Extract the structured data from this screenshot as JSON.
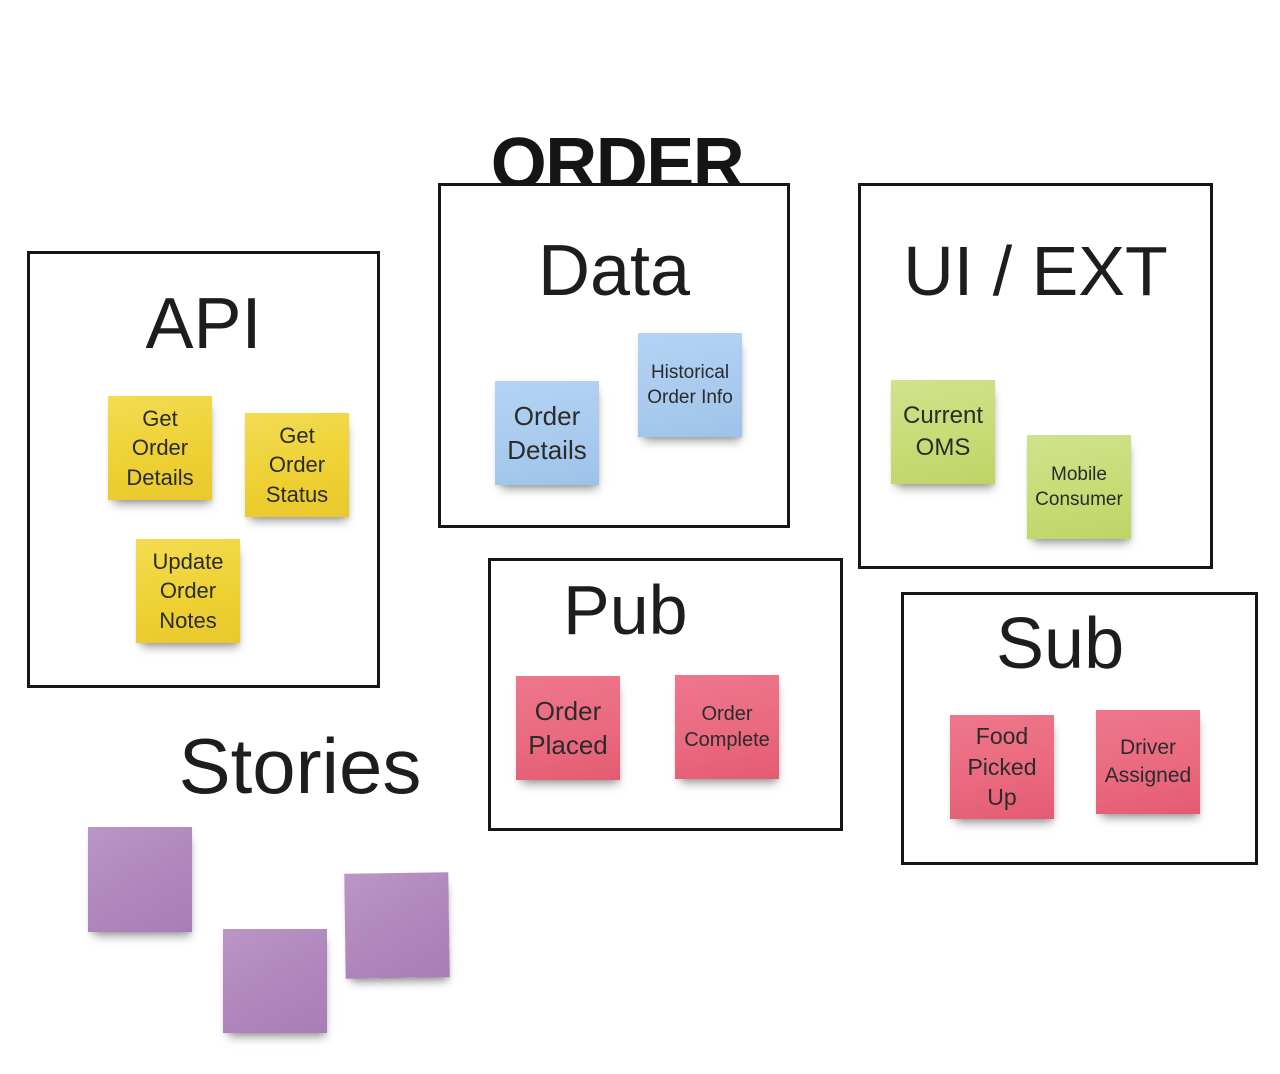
{
  "board": {
    "title": "ORDER"
  },
  "colors": {
    "background": "#ffffff",
    "frame_border": "#161616",
    "label_text": "#1d1d1d",
    "note_text": "#2b2b2b",
    "yellow_note": "#eed134",
    "blue_note": "#a8caee",
    "green_note": "#c7db74",
    "pink_note": "#ea6a7f",
    "purple_note": "#b189bd"
  },
  "sections": [
    {
      "id": "api",
      "label": "API",
      "notes": [
        {
          "text": "Get Order Details",
          "color": "yellow"
        },
        {
          "text": "Get Order Status",
          "color": "yellow"
        },
        {
          "text": "Update Order Notes",
          "color": "yellow"
        }
      ]
    },
    {
      "id": "data",
      "label": "Data",
      "notes": [
        {
          "text": "Order Details",
          "color": "blue"
        },
        {
          "text": "Historical Order Info",
          "color": "blue"
        }
      ]
    },
    {
      "id": "ui-ext",
      "label": "UI / EXT",
      "notes": [
        {
          "text": "Current OMS",
          "color": "green"
        },
        {
          "text": "Mobile Consumer",
          "color": "green"
        }
      ]
    },
    {
      "id": "pub",
      "label": "Pub",
      "notes": [
        {
          "text": "Order Placed",
          "color": "pink"
        },
        {
          "text": "Order Complete",
          "color": "pink"
        }
      ]
    },
    {
      "id": "sub",
      "label": "Sub",
      "notes": [
        {
          "text": "Food Picked Up",
          "color": "pink"
        },
        {
          "text": "Driver Assigned",
          "color": "pink"
        }
      ]
    }
  ],
  "stories": {
    "label": "Stories",
    "notes": [
      {
        "text": "",
        "color": "purple"
      },
      {
        "text": "",
        "color": "purple"
      },
      {
        "text": "",
        "color": "purple"
      }
    ]
  }
}
